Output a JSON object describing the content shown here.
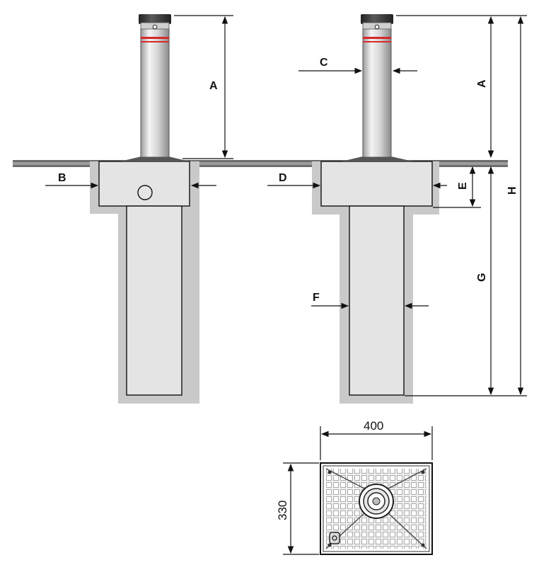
{
  "labels": {
    "A": "A",
    "B": "B",
    "C": "C",
    "D": "D",
    "E": "E",
    "F": "F",
    "G": "G",
    "H": "H"
  },
  "plan_dimensions": {
    "width": "400",
    "depth": "330"
  },
  "colors": {
    "ground": "#6d6d6d",
    "concrete": "#c9c9c9",
    "casing": "#e4e4e4",
    "steel": "#cfcfcf",
    "cap": "#3c3c3c",
    "reflective_band": "#d8282c",
    "line": "#111111"
  }
}
